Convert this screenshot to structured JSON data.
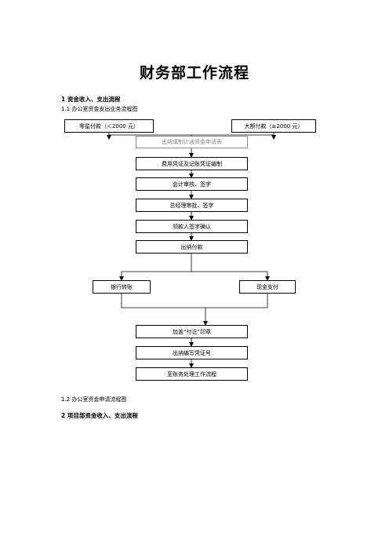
{
  "document": {
    "title": "财务部工作流程",
    "section1_heading": "1 资金收入、支出流程",
    "subsection_1_1": "1.1 办公室资金支出业务流程图",
    "subsection_1_2": "1.2 办公室资金申请流程图",
    "section2_heading": "2 项目部资金收入、支出流程"
  },
  "flowchart": {
    "small_payment": "零星付款（＜2000 元）",
    "large_payment": "大额付款（≥2000 元）",
    "cashier_fill": "出纳填制计通资金申请表",
    "voucher": "费用凭证及记账凭证编制",
    "accountant_review": "会计审核、签字",
    "gm_approval": "总经理审批、签字",
    "payee_confirm": "领款人签字确认",
    "cashier_pay": "出纳付款",
    "bank_transfer": "银行转账",
    "cash_payment": "现金支付",
    "stamp": "加盖“付讫”印章",
    "voucher_number": "出纳编写凭证号",
    "to_accounts": "至账务处理工作流程"
  }
}
